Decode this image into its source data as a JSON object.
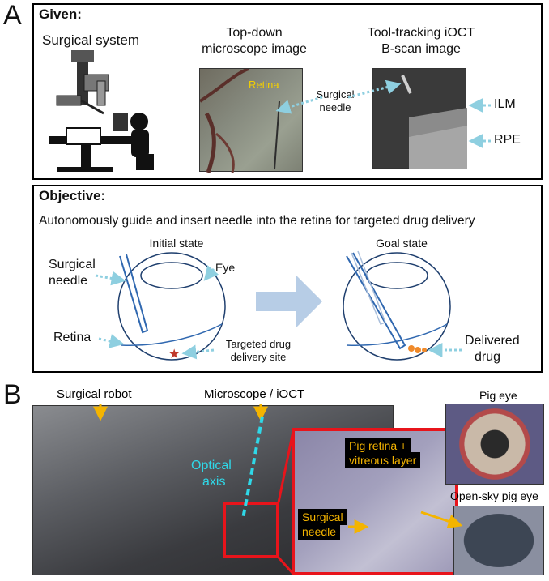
{
  "panelA": {
    "letter": "A",
    "given": {
      "header": "Given:",
      "system_label": "Surgical system",
      "microscope_label_1": "Top-down",
      "microscope_label_2": "microscope image",
      "retina_label": "Retina",
      "needle_label_1": "Surgical",
      "needle_label_2": "needle",
      "ioct_label_1": "Tool-tracking iOCT",
      "ioct_label_2": "B-scan image",
      "ilm_label": "ILM",
      "rpe_label": "RPE"
    },
    "objective": {
      "header": "Objective:",
      "description": "Autonomously guide and insert needle into the retina for targeted drug delivery",
      "initial_label": "Initial state",
      "goal_label": "Goal state",
      "needle_label_1": "Surgical",
      "needle_label_2": "needle",
      "eye_label": "Eye",
      "retina_label": "Retina",
      "target_label_1": "Targeted drug",
      "target_label_2": "delivery site",
      "delivered_label_1": "Delivered",
      "delivered_label_2": "drug"
    }
  },
  "panelB": {
    "letter": "B",
    "robot_label": "Surgical robot",
    "microscope_label": "Microscope / iOCT",
    "axis_label_1": "Optical",
    "axis_label_2": "axis",
    "inset_label_1": "Pig retina +",
    "inset_label_2": "vitreous layer",
    "inset_needle_1": "Surgical",
    "inset_needle_2": "needle",
    "pig_eye_label": "Pig eye",
    "open_sky_label": "Open-sky pig eye"
  },
  "colors": {
    "arrow_dotted": "#8ecfe0",
    "yellow_text": "#f4b400",
    "red_box": "#e8141b",
    "optical_axis": "#2fd8e8",
    "big_arrow": "#b7cde6",
    "eye_outline": "#1f3f6e",
    "needle_blue": "#3068b0",
    "star": "#c0392b",
    "drug": "#f08a2a"
  }
}
